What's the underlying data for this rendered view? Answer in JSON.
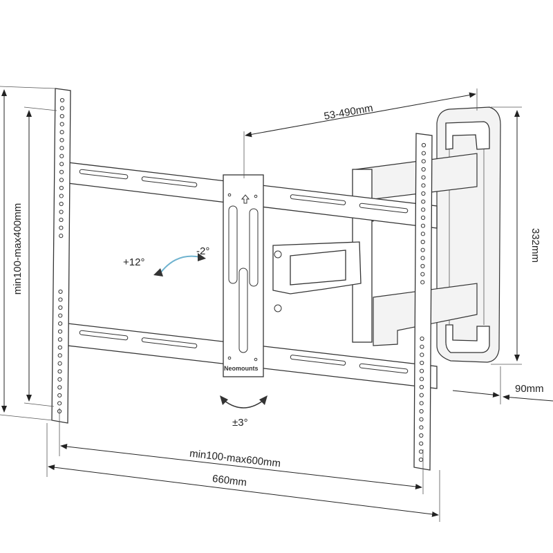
{
  "diagram": {
    "brand": "Neomounts",
    "dimensions": {
      "arm_extension": "53-490mm",
      "wall_plate_height": "332mm",
      "wall_depth": "90mm",
      "vesa_vertical": "min100-max400mm",
      "vesa_horizontal": "min100-max600mm",
      "total_width": "660mm"
    },
    "tilt": {
      "up": "+12°",
      "down": "-2°"
    },
    "rotation": "±3°"
  }
}
